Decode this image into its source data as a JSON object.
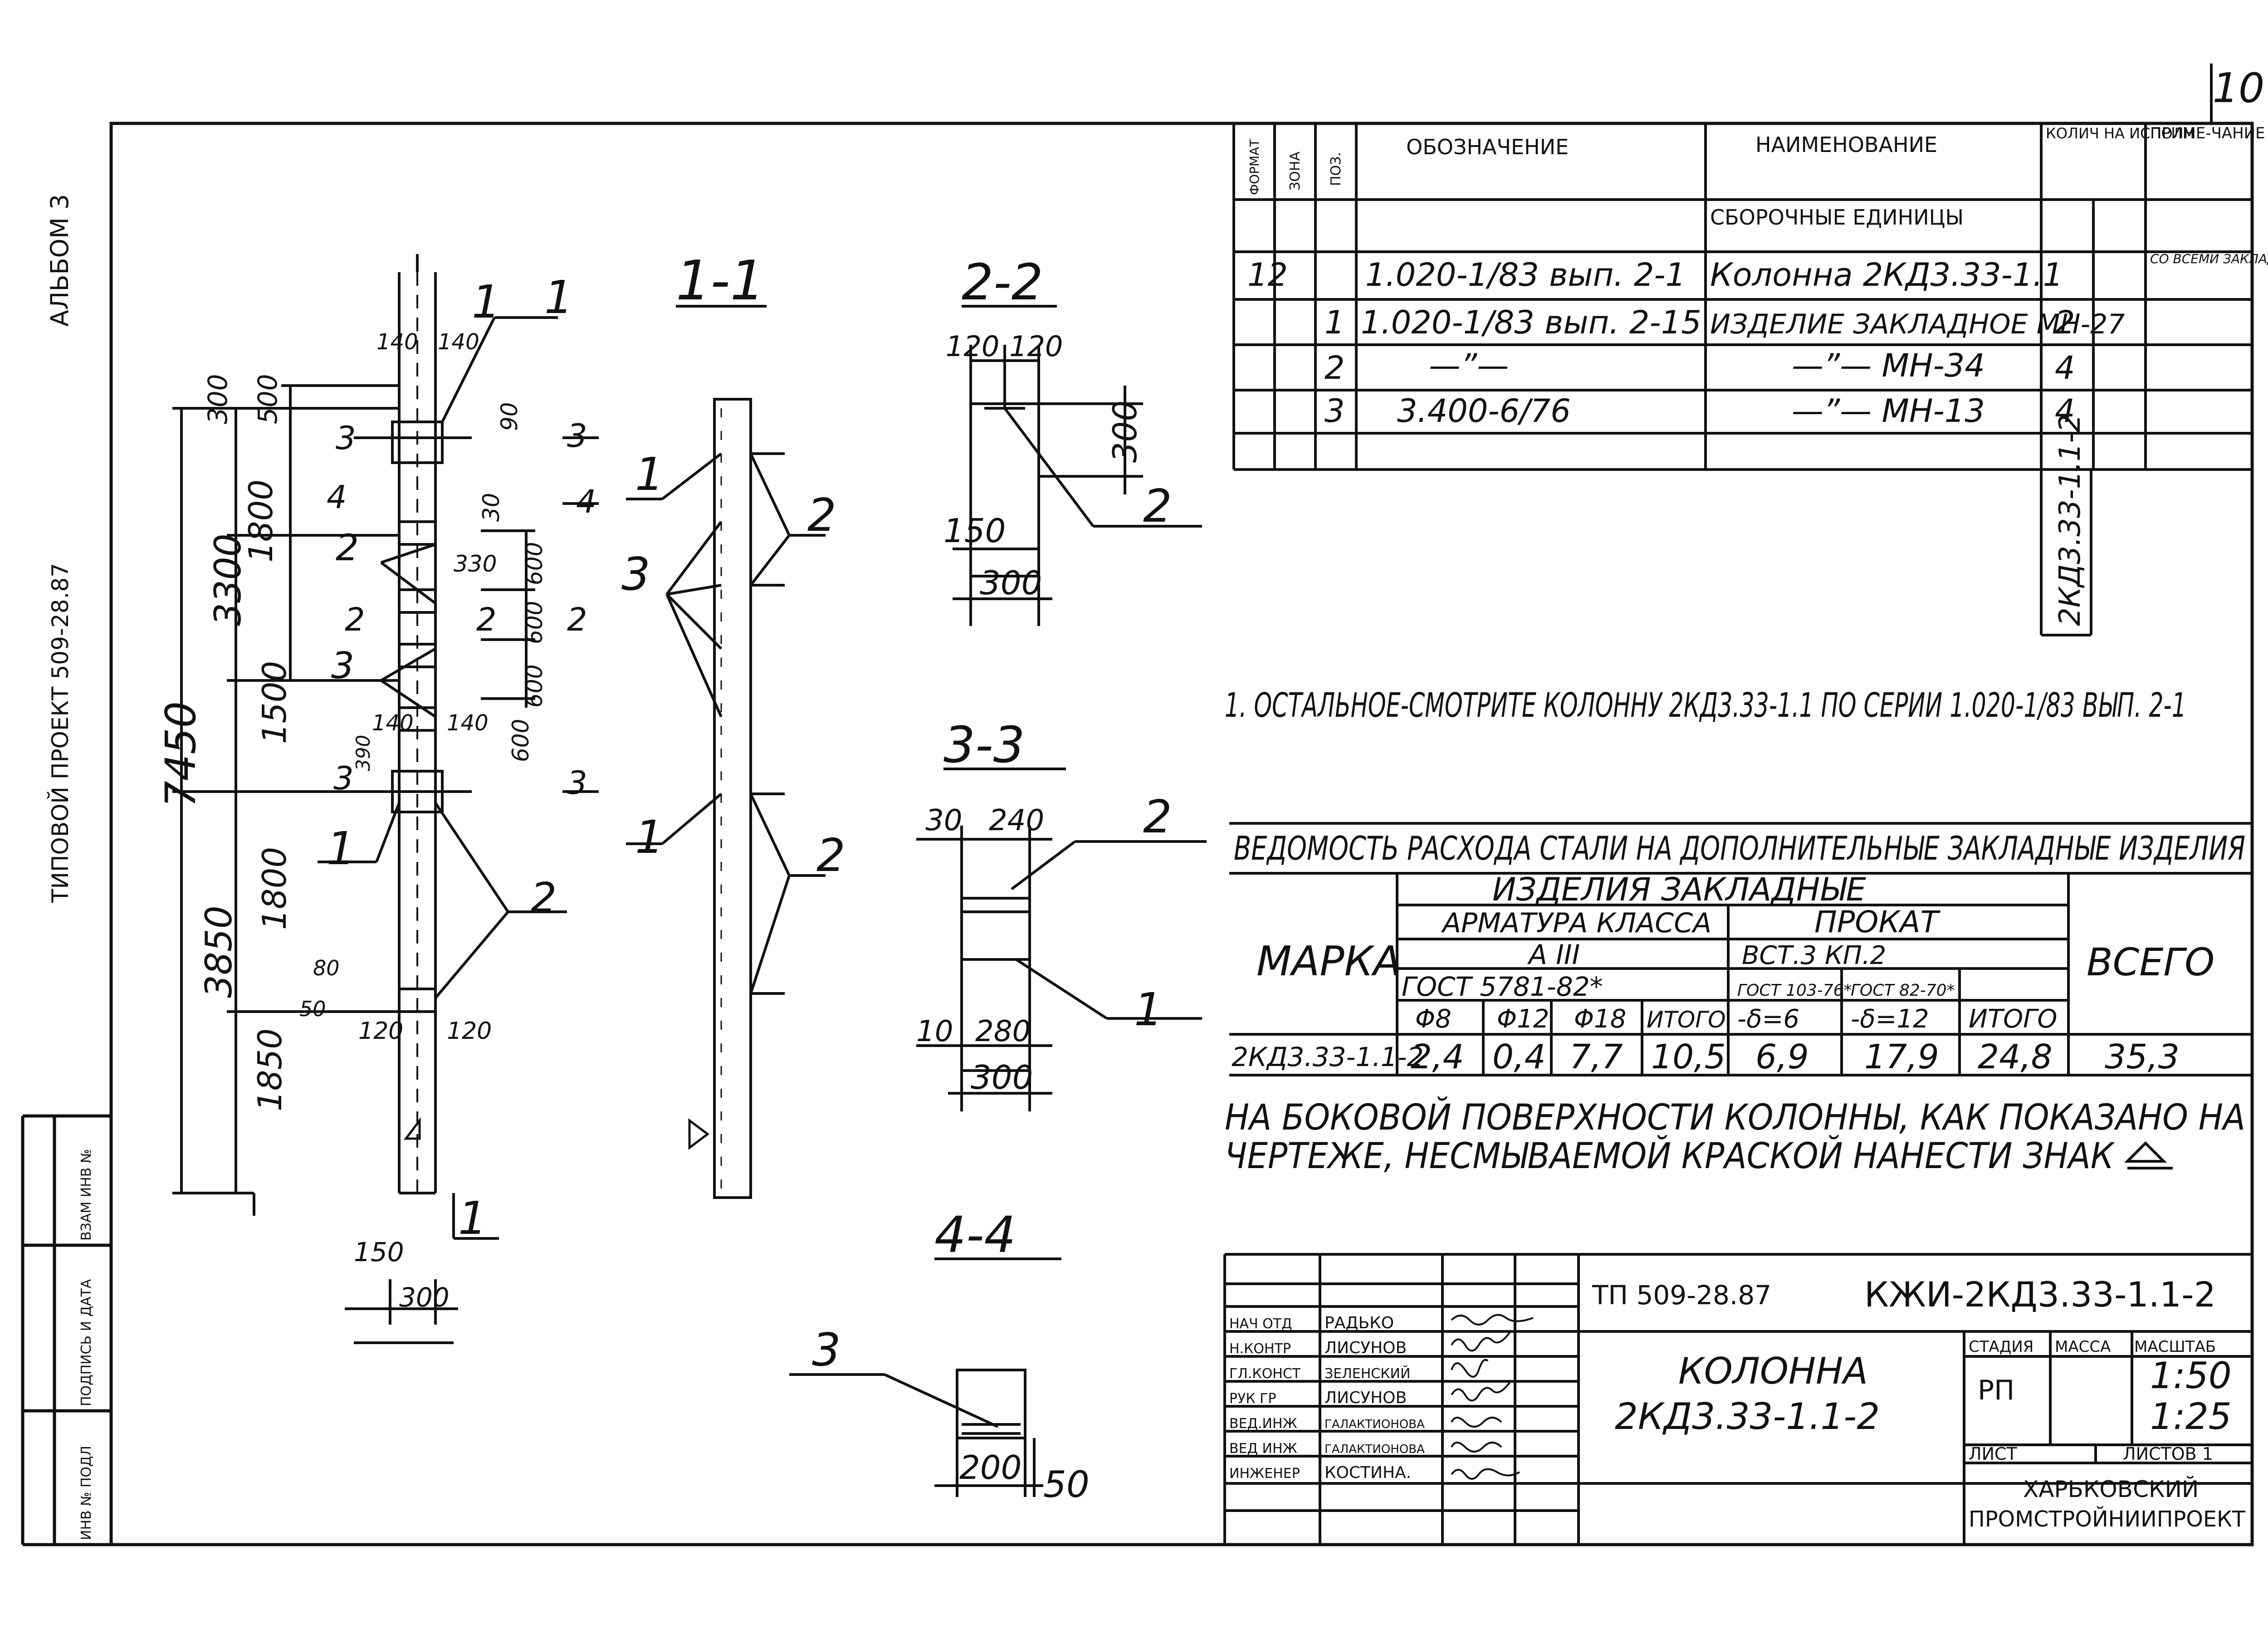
{
  "page_number": "10",
  "side": {
    "album": "АЛЬБОМ 3",
    "project": "ТИПОВОЙ ПРОЕКТ 509-28.87",
    "stamp_labels": [
      "ИНВ № ПОДЛ",
      "ПОДПИСЬ И ДАТА",
      "ВЗАМ ИНВ №"
    ]
  },
  "sections": {
    "s11": "1-1",
    "s22": "2-2",
    "s33": "3-3",
    "s44": "4-4"
  },
  "elevation": {
    "dims_total": "7450",
    "dims_upper": "3300",
    "dims_lower": "3850",
    "dim_300": "300",
    "dim_500": "500",
    "dim_1800a": "1800",
    "dim_1500": "1500",
    "dim_1800b": "1800",
    "dim_1850": "1850",
    "dim_140a": "140",
    "dim_140b": "140",
    "dim_90": "90",
    "dim_30": "30",
    "dim_330": "330",
    "dim_600a": "600",
    "dim_600b": "600",
    "dim_600c": "600",
    "dim_600d": "600",
    "dim_140c": "140",
    "dim_140d": "140",
    "dim_390": "390",
    "dim_80": "80",
    "dim_50": "50",
    "dim_120a": "120",
    "dim_120b": "120",
    "dim_150": "150",
    "dim_300b": "300",
    "cut_1": "1",
    "cut_2": "2",
    "cut_3": "3",
    "cut_4": "4"
  },
  "s22": {
    "d120a": "120",
    "d120b": "120",
    "d300v": "300",
    "d150": "150",
    "d300h": "300"
  },
  "s33": {
    "d30": "30",
    "d240": "240",
    "d10": "10",
    "d280": "280",
    "d300": "300"
  },
  "s44": {
    "d200": "200",
    "d50": "50"
  },
  "spec": {
    "headers": [
      "ФОРМАТ",
      "ЗОНА",
      "ПОЗ.",
      "ОБОЗНАЧЕНИЕ",
      "НАИМЕНОВАНИЕ",
      "КОЛИЧ НА ИСПОЛН",
      "ПРИМЕ-ЧАНИЕ"
    ],
    "section": "СБОРОЧНЫЕ ЕДИНИЦЫ",
    "rows": [
      {
        "format": "12",
        "pos": "",
        "designation": "1.020-1/83 вып. 2-1",
        "name": "Колонна 2КД3.33-1.1",
        "qty": "",
        "note": "СО ВСЕМИ ЗАКЛАДНЫ-МИ ИЗД."
      },
      {
        "format": "",
        "pos": "1",
        "designation": "1.020-1/83 вып. 2-15",
        "name": "ИЗДЕЛИЕ ЗАКЛАДНОЕ МН-27",
        "qty": "2",
        "note": ""
      },
      {
        "format": "",
        "pos": "2",
        "designation": "—”—",
        "name": "—”— МН-34",
        "qty": "4",
        "note": ""
      },
      {
        "format": "",
        "pos": "3",
        "designation": "3.400-6/76",
        "name": "—”— МН-13",
        "qty": "4",
        "note": ""
      }
    ],
    "vertical_mark": "2КД3.33-1.1-2"
  },
  "note_1": "1. ОСТАЛЬНОЕ-СМОТРИТЕ КОЛОННУ 2КД3.33-1.1 ПО СЕРИИ 1.020-1/83 ВЫП. 2-1",
  "steel": {
    "title": "ВЕДОМОСТЬ РАСХОДА СТАЛИ НА ДОПОЛНИТЕЛЬНЫЕ ЗАКЛАДНЫЕ ИЗДЕЛИЯ",
    "marka": "МАРКА",
    "group": "ИЗДЕЛИЯ ЗАКЛАДНЫЕ",
    "armatura": "АРМАТУРА КЛАССА",
    "prokat": "ПРОКАТ",
    "aiii": "А III",
    "vst": "ВСТ.3 КП.2",
    "gost1": "ГОСТ 5781-82*",
    "gost2": "ГОСТ 103-76*",
    "gost3": "ГОСТ 82-70*",
    "total_header": "ВСЕГО",
    "cols": [
      "Φ8",
      "Φ12",
      "Φ18",
      "ИТОГО",
      "-δ=6",
      "-δ=12",
      "ИТОГО"
    ],
    "row": {
      "mark": "2КД3.33-1.1-2",
      "values": [
        "2,4",
        "0,4",
        "7,7",
        "10,5",
        "6,9",
        "17,9",
        "24,8"
      ],
      "total": "35,3"
    }
  },
  "note_2": {
    "line1": "НА БОКОВОЙ ПОВЕРХНОСТИ КОЛОННЫ, КАК ПОКАЗАНО НА",
    "line2": "ЧЕРТЕЖЕ, НЕСМЫВАЕМОЙ КРАСКОЙ НАНЕСТИ ЗНАК"
  },
  "stamp": {
    "doc_code": "ТП 509-28.87",
    "doc_mark": "КЖИ-2КД3.33-1.1-2",
    "title_1": "КОЛОННА",
    "title_2": "2КД3.33-1.1-2",
    "roles": [
      {
        "role": "НАЧ ОТД",
        "name": "РАДЬКО"
      },
      {
        "role": "Н.КОНТР",
        "name": "ЛИСУНОВ"
      },
      {
        "role": "ГЛ.КОНСТ",
        "name": "ЗЕЛЕНСКИЙ"
      },
      {
        "role": "РУК ГР",
        "name": "ЛИСУНОВ"
      },
      {
        "role": "ВЕД.ИНЖ",
        "name": "ГАЛАКТИОНОВА"
      },
      {
        "role": "ВЕД ИНЖ",
        "name": "ГАЛАКТИОНОВА"
      },
      {
        "role": "ИНЖЕНЕР",
        "name": "КОСТИНА."
      }
    ],
    "stage_header": "СТАДИЯ",
    "mass_header": "МАССА",
    "scale_header": "МАСШТАБ",
    "stage": "РП",
    "scale_1": "1:50",
    "scale_2": "1:25",
    "sheet": "ЛИСТ",
    "sheets": "ЛИСТОВ 1",
    "org_1": "ХАРЬКОВСКИЙ",
    "org_2": "ПРОМСТРОЙНИИПРОЕКТ"
  }
}
